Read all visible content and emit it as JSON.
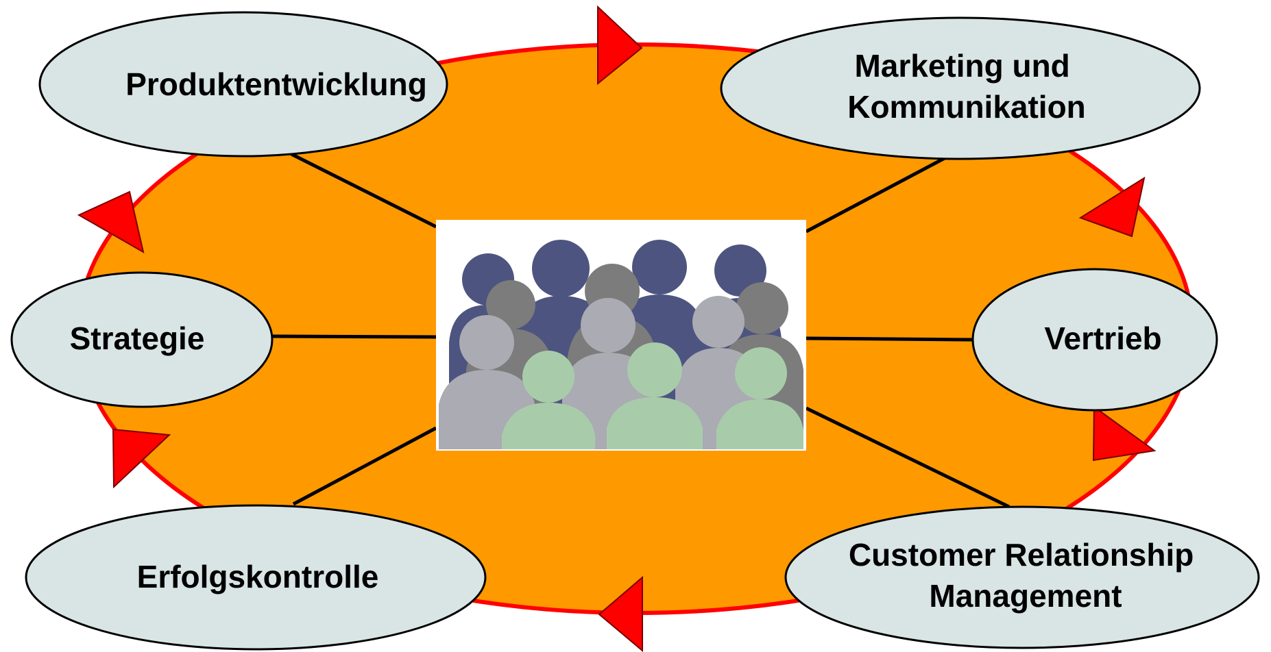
{
  "colors": {
    "cycle_fill": "#FF9900",
    "cycle_stroke": "#FF0000",
    "node_fill": "#D9E4E4",
    "node_stroke": "#000000",
    "arrow_fill": "#FF0000",
    "arrow_stroke": "#7A0000",
    "connector": "#000000",
    "photo_dark": "#4D5480",
    "photo_gray": "#7C7C7C",
    "photo_light": "#ABABB3",
    "photo_green": "#A8CCAA"
  },
  "center_image": {
    "icon": "people-silhouettes-icon"
  },
  "nodes": [
    {
      "id": "produktentwicklung",
      "lines": [
        "Produktentwicklung"
      ]
    },
    {
      "id": "marketing",
      "lines": [
        "Marketing und",
        "Kommunikation"
      ]
    },
    {
      "id": "strategie",
      "lines": [
        "Strategie"
      ]
    },
    {
      "id": "vertrieb",
      "lines": [
        "Vertrieb"
      ]
    },
    {
      "id": "erfolgskontrolle",
      "lines": [
        "Erfolgskontrolle"
      ]
    },
    {
      "id": "crm",
      "lines": [
        "Customer Relationship",
        "Management"
      ]
    }
  ]
}
